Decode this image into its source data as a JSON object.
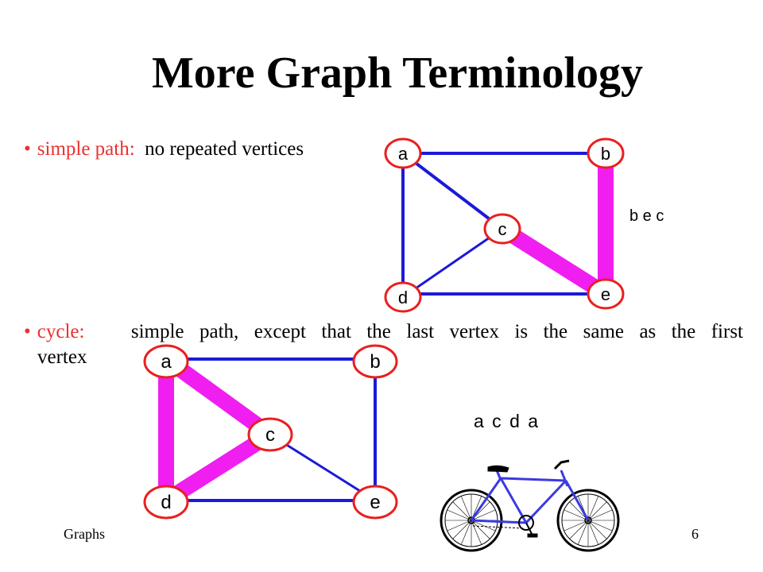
{
  "slide": {
    "title": "More Graph Terminology",
    "footer_left": "Graphs",
    "page_number": "6"
  },
  "bullets": [
    {
      "term": "simple path:",
      "text": "no repeated vertices"
    },
    {
      "term": "cycle:",
      "line1": "simple path, except that the last vertex is the same as the first",
      "line2": "vertex"
    }
  ],
  "graphs": {
    "top": {
      "path_label": "b e c",
      "vertices": {
        "a": "a",
        "b": "b",
        "c": "c",
        "d": "d",
        "e": "e"
      },
      "highlighted_path": [
        "b",
        "e",
        "c"
      ]
    },
    "bottom": {
      "path_label": "a c d a",
      "vertices": {
        "a": "a",
        "b": "b",
        "c": "c",
        "d": "d",
        "e": "e"
      },
      "highlighted_path": [
        "a",
        "c",
        "d",
        "a"
      ]
    }
  },
  "colors": {
    "edge": "#1a1ad8",
    "highlight": "#f01ef0",
    "node_border": "#e8201f",
    "term": "#e8322f"
  }
}
